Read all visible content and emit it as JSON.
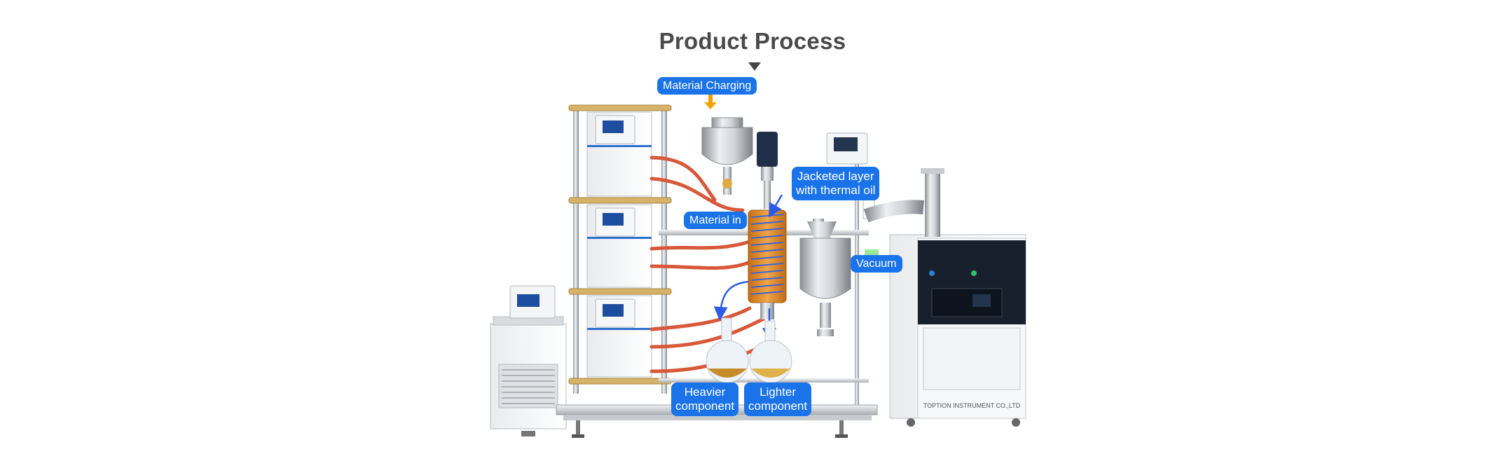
{
  "header": {
    "title": "Product Process"
  },
  "labels": {
    "material_charging": "Material Charging",
    "jacketed_line1": "Jacketed layer",
    "jacketed_line2": "with thermal oil",
    "material_in": "Material in",
    "vacuum": "Vacuum",
    "heavier_line1": "Heavier",
    "heavier_line2": "component",
    "lighter_line1": "Lighter",
    "lighter_line2": "component"
  },
  "colors": {
    "label_bg": "#1a73e8",
    "label_text": "#ffffff",
    "title": "#4a4a4a",
    "arrow_orange": "#f5a000",
    "heating_hose": "#d8583a",
    "thermal_oil": "#e08a1e",
    "flow_blue": "#2d5be3"
  },
  "equipment": {
    "cabinet_nameplate": "TOPTION INSTRUMENT CO.,LTD"
  }
}
